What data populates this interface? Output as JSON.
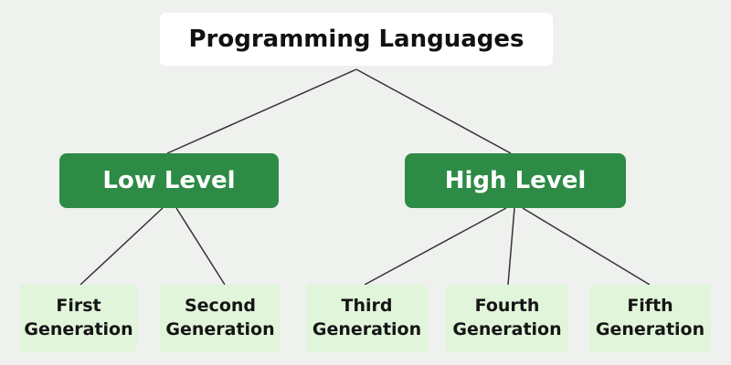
{
  "diagram": {
    "root": {
      "label": "Programming Languages"
    },
    "branches": [
      {
        "label": "Low Level"
      },
      {
        "label": "High Level"
      }
    ],
    "leaves": [
      {
        "label": "First Generation"
      },
      {
        "label": "Second Generation"
      },
      {
        "label": "Third Generation"
      },
      {
        "label": "Fourth Generation"
      },
      {
        "label": "Fifth Generation"
      }
    ],
    "colors": {
      "background": "#eff1ee",
      "root_background": "#ffffff",
      "branch_background": "#2e8b46",
      "branch_text": "#ffffff",
      "leaf_background": "#e0f5d9",
      "line": "#333333",
      "text": "#111111"
    }
  }
}
